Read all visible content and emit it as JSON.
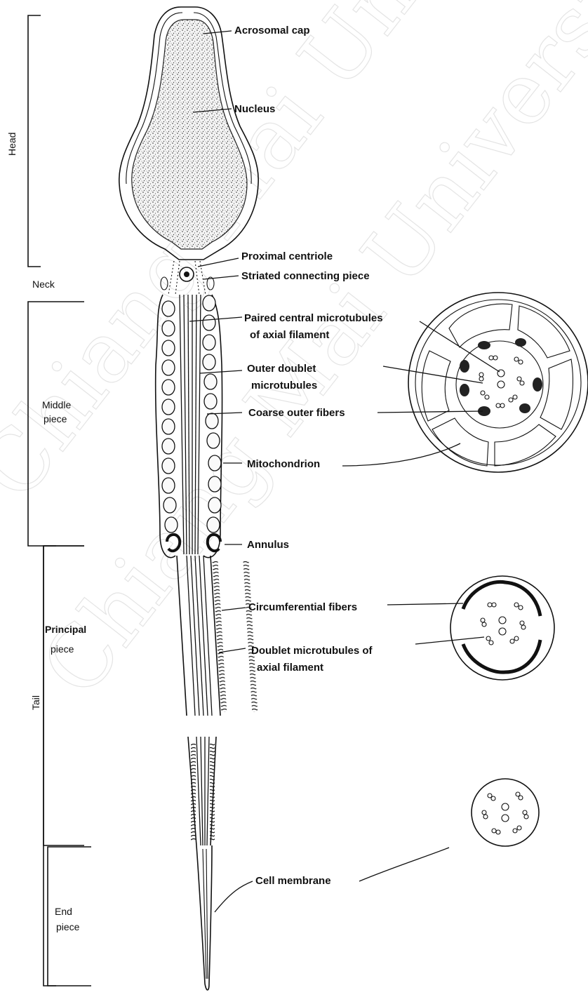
{
  "regions": {
    "head": "Head",
    "neck": "Neck",
    "middle_piece_line1": "Middle",
    "middle_piece_line2": "piece",
    "principal_piece_line1": "Principal",
    "principal_piece_line2": "piece",
    "tail": "Tail",
    "end_piece_line1": "End",
    "end_piece_line2": "piece"
  },
  "labels": {
    "acrosomal_cap": "Acrosomal cap",
    "nucleus": "Nucleus",
    "proximal_centriole": "Proximal centriole",
    "striated_connecting_piece": "Striated connecting piece",
    "paired_central_line1": "Paired central microtubules",
    "paired_central_line2": "of axial filament",
    "outer_doublet_line1": "Outer doublet",
    "outer_doublet_line2": "microtubules",
    "coarse_outer_fibers": "Coarse outer fibers",
    "mitochondrion": "Mitochondrion",
    "annulus": "Annulus",
    "circumferential_fibers": "Circumferential fibers",
    "doublet_axial_line1": "Doublet microtubules of",
    "doublet_axial_line2": "axial filament",
    "cell_membrane": "Cell membrane"
  },
  "watermark": {
    "line1": "Chiang Mai University",
    "line2": "Chiang Mai University"
  }
}
